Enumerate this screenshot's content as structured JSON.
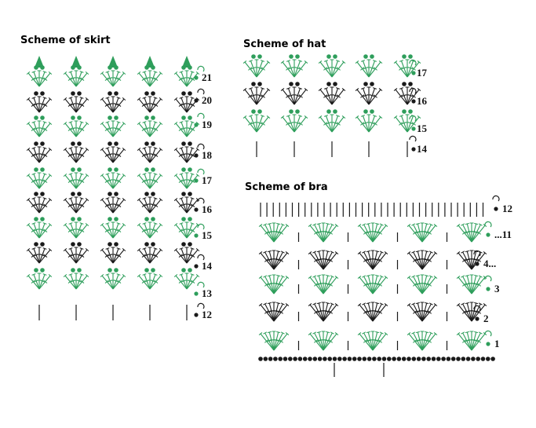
{
  "colors": {
    "green": "#2e9e5b",
    "black": "#1a1a1a"
  },
  "skirt": {
    "title": "Scheme of skirt",
    "rows": [
      "21",
      "20",
      "19",
      "18",
      "17",
      "16",
      "15",
      "14",
      "13",
      "12"
    ]
  },
  "hat": {
    "title": "Scheme of hat",
    "rows": [
      "17",
      "16",
      "15",
      "14"
    ]
  },
  "bra": {
    "title": "Scheme of bra",
    "rows": [
      "12",
      "...11",
      "4...",
      "3",
      "2",
      "1"
    ]
  }
}
